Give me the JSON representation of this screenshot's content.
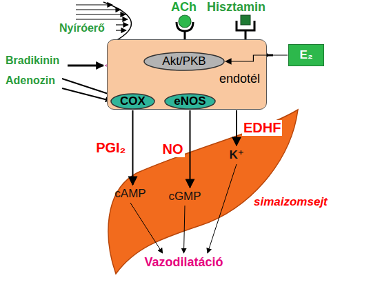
{
  "diagram": {
    "nodes": [
      {
        "text": [
          "endotél"
        ]
      },
      {
        "text": [
          "Akt/PKB"
        ],
        "in": 0
      },
      {
        "text": [
          "COX"
        ],
        "in": 0
      },
      {
        "text": [
          "eNOS"
        ],
        "in": 0
      },
      {
        "text": [
          "E₂"
        ]
      },
      {
        "text": [
          "simaizomsejt"
        ]
      },
      {
        "text": [
          "cAMP"
        ],
        "in": 5
      },
      {
        "text": [
          "cGMP"
        ],
        "in": 5
      },
      {
        "text": [
          "K⁺"
        ],
        "in": 5
      },
      {
        "text": [
          "Vazodilatáció"
        ]
      }
    ],
    "edges": [
      {
        "from": 2,
        "to": 6,
        "arrow": "to",
        "label": "PGI₂"
      },
      {
        "from": 3,
        "to": 7,
        "arrow": "to",
        "label": "NO"
      },
      {
        "from": 0,
        "to": 8,
        "arrow": "to",
        "label": "EDHF"
      },
      {
        "from": 4,
        "to": 1,
        "arrow": "to"
      },
      {
        "from": 6,
        "to": 9,
        "arrow": "to"
      },
      {
        "from": 7,
        "to": 9,
        "arrow": "to"
      },
      {
        "from": 8,
        "to": 9,
        "arrow": "to"
      }
    ],
    "labels": [
      "Nyíróerő",
      "ACh",
      "Hisztamin",
      "Bradikinin",
      "Adenozin"
    ]
  }
}
